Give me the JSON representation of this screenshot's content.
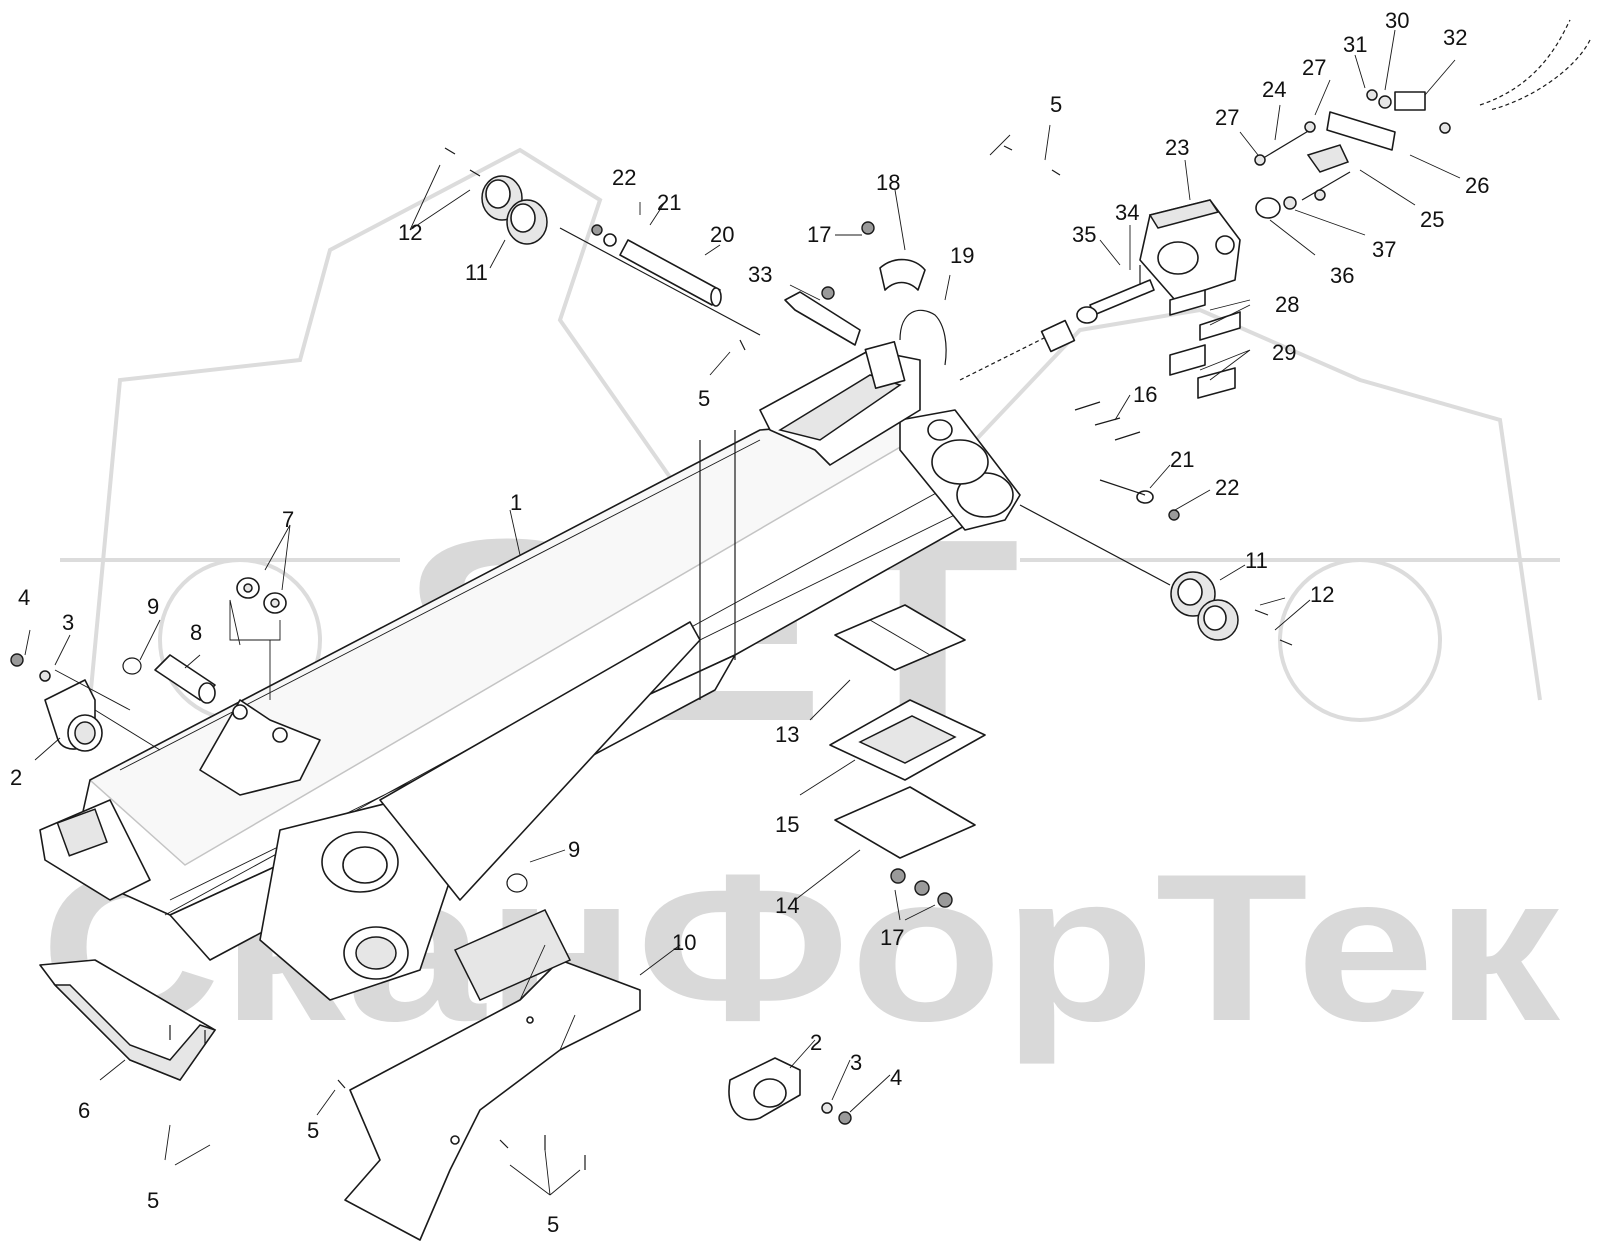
{
  "watermark": {
    "logo": "SET",
    "company": "СканФорТек"
  },
  "callouts": [
    {
      "id": "c1",
      "text": "1"
    },
    {
      "id": "c2a",
      "text": "2"
    },
    {
      "id": "c2b",
      "text": "2"
    },
    {
      "id": "c3a",
      "text": "3"
    },
    {
      "id": "c3b",
      "text": "3"
    },
    {
      "id": "c4a",
      "text": "4"
    },
    {
      "id": "c4b",
      "text": "4"
    },
    {
      "id": "c5a",
      "text": "5"
    },
    {
      "id": "c5b",
      "text": "5"
    },
    {
      "id": "c5c",
      "text": "5"
    },
    {
      "id": "c5d",
      "text": "5"
    },
    {
      "id": "c5e",
      "text": "5"
    },
    {
      "id": "c6",
      "text": "6"
    },
    {
      "id": "c7",
      "text": "7"
    },
    {
      "id": "c8",
      "text": "8"
    },
    {
      "id": "c9a",
      "text": "9"
    },
    {
      "id": "c9b",
      "text": "9"
    },
    {
      "id": "c10",
      "text": "10"
    },
    {
      "id": "c11a",
      "text": "11"
    },
    {
      "id": "c11b",
      "text": "11"
    },
    {
      "id": "c12a",
      "text": "12"
    },
    {
      "id": "c12b",
      "text": "12"
    },
    {
      "id": "c13",
      "text": "13"
    },
    {
      "id": "c14",
      "text": "14"
    },
    {
      "id": "c15",
      "text": "15"
    },
    {
      "id": "c16",
      "text": "16"
    },
    {
      "id": "c17a",
      "text": "17"
    },
    {
      "id": "c17b",
      "text": "17"
    },
    {
      "id": "c18",
      "text": "18"
    },
    {
      "id": "c19",
      "text": "19"
    },
    {
      "id": "c20",
      "text": "20"
    },
    {
      "id": "c21a",
      "text": "21"
    },
    {
      "id": "c21b",
      "text": "21"
    },
    {
      "id": "c22a",
      "text": "22"
    },
    {
      "id": "c22b",
      "text": "22"
    },
    {
      "id": "c23",
      "text": "23"
    },
    {
      "id": "c24",
      "text": "24"
    },
    {
      "id": "c25",
      "text": "25"
    },
    {
      "id": "c26",
      "text": "26"
    },
    {
      "id": "c27a",
      "text": "27"
    },
    {
      "id": "c27b",
      "text": "27"
    },
    {
      "id": "c28",
      "text": "28"
    },
    {
      "id": "c29",
      "text": "29"
    },
    {
      "id": "c30",
      "text": "30"
    },
    {
      "id": "c31",
      "text": "31"
    },
    {
      "id": "c32",
      "text": "32"
    },
    {
      "id": "c33",
      "text": "33"
    },
    {
      "id": "c34",
      "text": "34"
    },
    {
      "id": "c35",
      "text": "35"
    },
    {
      "id": "c36",
      "text": "36"
    },
    {
      "id": "c37",
      "text": "37"
    }
  ]
}
